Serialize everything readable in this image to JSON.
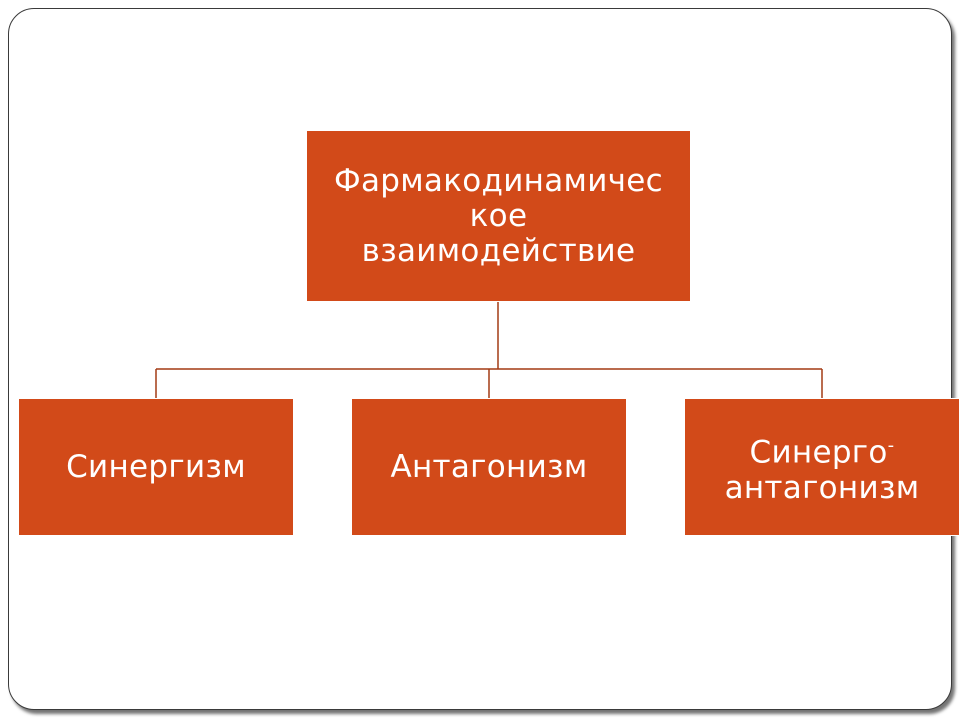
{
  "diagram": {
    "type": "hierarchy",
    "colors": {
      "node_fill": "#d24a19",
      "node_text": "#ffffff",
      "connector": "#a33a14",
      "frame_border": "#3a3a3a"
    },
    "root": {
      "line1": "Фармакодинамичес",
      "line2": "кое",
      "line3": "взаимодействие"
    },
    "children": [
      {
        "label": "Синергизм"
      },
      {
        "label": "Антагонизм"
      },
      {
        "line1": "Синерго",
        "dash": "-",
        "line2": "антагонизм"
      }
    ]
  }
}
